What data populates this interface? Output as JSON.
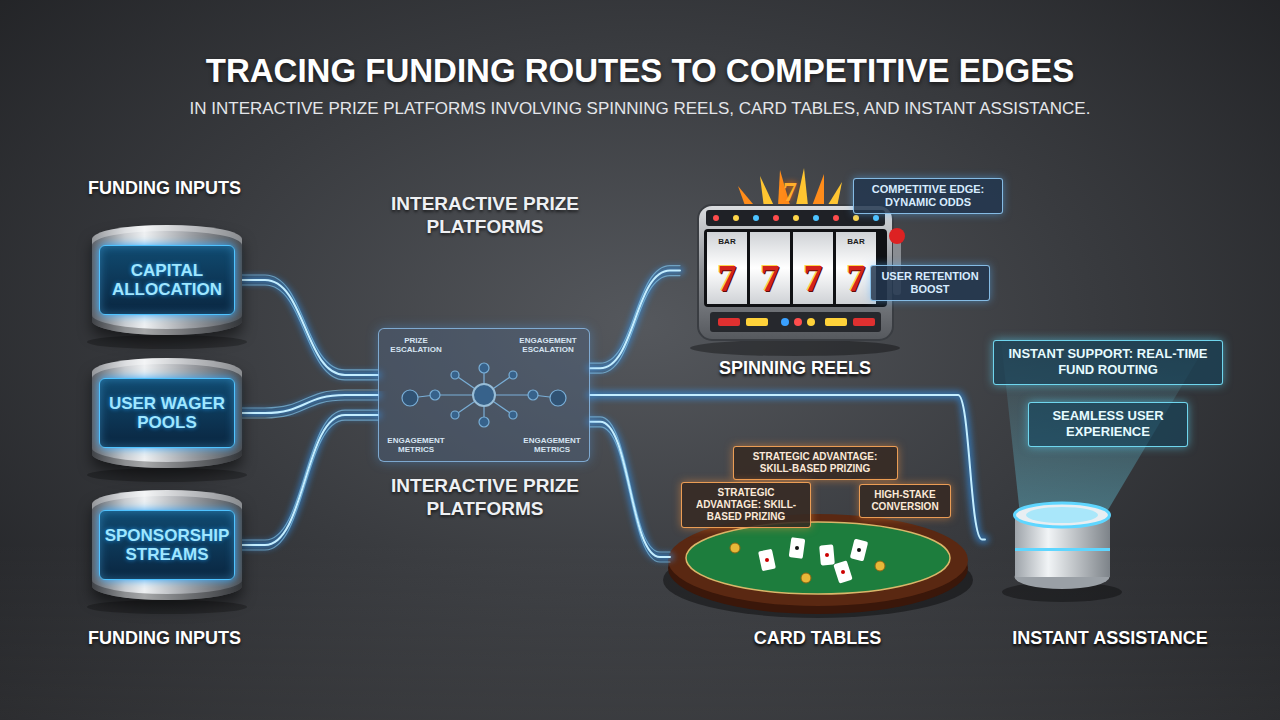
{
  "diagram": {
    "title": "TRACING FUNDING ROUTES TO COMPETITIVE EDGES",
    "caption": "IN INTERACTIVE PRIZE PLATFORMS INVOLVING SPINNING REELS, CARD TABLES, AND INSTANT ASSISTANCE.",
    "nodes": [
      {
        "text": [
          "CAPITAL ALLOCATION"
        ]
      },
      {
        "text": [
          "USER WAGER POOLS"
        ]
      },
      {
        "text": [
          "SPONSORSHIP STREAMS"
        ]
      },
      {
        "text": [
          "INTERACTIVE PRIZE PLATFORMS",
          "PRIZE ESCALATION",
          "ENGAGEMENT ESCALATION",
          "ENGAGEMENT METRICS",
          "ENGAGEMENT METRICS",
          "INTERACTIVE PRIZE PLATFORMS"
        ]
      },
      {
        "text": [
          "SPINNING REELS"
        ]
      },
      {
        "text": [
          "COMPETITIVE EDGE: DYNAMIC ODDS"
        ]
      },
      {
        "text": [
          "USER RETENTION BOOST"
        ]
      },
      {
        "text": [
          "CARD TABLES"
        ]
      },
      {
        "text": [
          "STRATEGIC ADVANTAGE: SKILL-BASED PRIZING"
        ]
      },
      {
        "text": [
          "STRATEGIC ADVANTAGE: SKILL-BASED PRIZING"
        ]
      },
      {
        "text": [
          "HIGH-STAKE CONVERSION"
        ]
      },
      {
        "text": [
          "INSTANT ASSISTANCE"
        ]
      },
      {
        "text": [
          "INSTANT SUPPORT: REAL-TIME FUND ROUTING"
        ]
      },
      {
        "text": [
          "SEAMLESS USER EXPERIENCE"
        ]
      }
    ],
    "edges": [
      {
        "from": 0,
        "to": 3,
        "arrow": "none"
      },
      {
        "from": 1,
        "to": 3,
        "arrow": "none"
      },
      {
        "from": 2,
        "to": 3,
        "arrow": "none"
      },
      {
        "from": 3,
        "to": 4,
        "arrow": "none"
      },
      {
        "from": 3,
        "to": 7,
        "arrow": "none"
      },
      {
        "from": 3,
        "to": 11,
        "arrow": "none"
      }
    ],
    "labels": [
      "FUNDING INPUTS",
      "FUNDING INPUTS",
      "7",
      "7",
      "7",
      "7",
      "7",
      "BAR",
      "BAR"
    ]
  }
}
